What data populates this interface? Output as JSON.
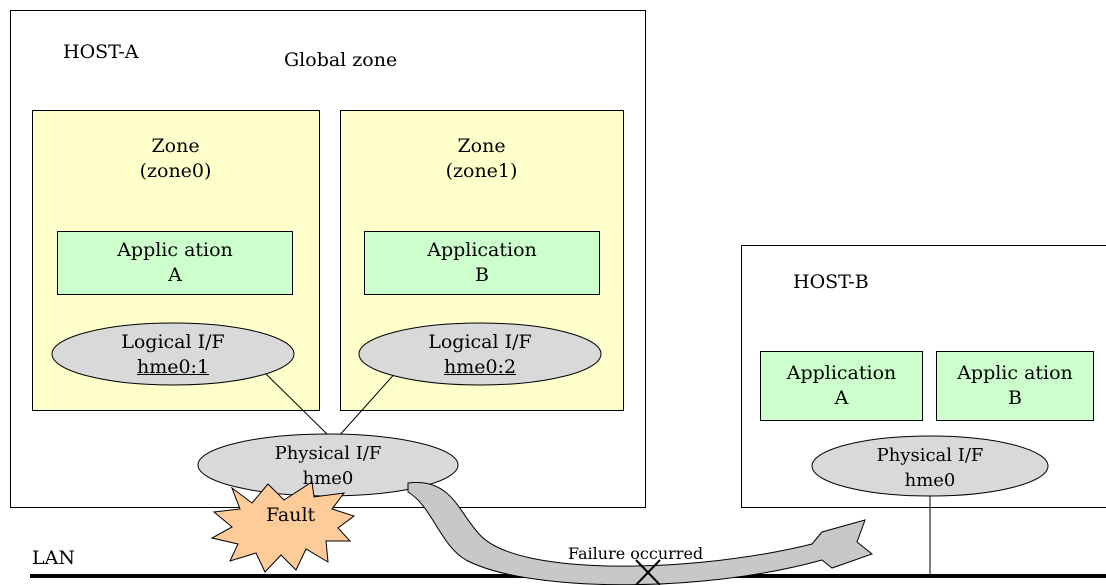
{
  "host_a": {
    "title": "HOST-A",
    "global_zone_label": "Global zone",
    "zones": [
      {
        "title": "Zone",
        "name": "(zone0)",
        "app_line1": "Applic ation",
        "app_line2": "A",
        "if_line1": "Logical I/F",
        "if_line2": "hme0:1"
      },
      {
        "title": "Zone",
        "name": "(zone1)",
        "app_line1": "Application",
        "app_line2": "B",
        "if_line1": "Logical I/F",
        "if_line2": "hme0:2"
      }
    ],
    "physical_if_line1": "Physical I/F",
    "physical_if_line2": "hme0"
  },
  "host_b": {
    "title": "HOST-B",
    "apps": [
      {
        "line1": "Application",
        "line2": "A"
      },
      {
        "line1": "Applic ation",
        "line2": "B"
      }
    ],
    "physical_if_line1": "Physical I/F",
    "physical_if_line2": "hme0"
  },
  "fault_label": "Fault",
  "failure_label": "Failure occurred",
  "lan_label": "LAN",
  "colors": {
    "zone_fill": "#ffffcc",
    "app_fill": "#ccffcc",
    "interface_fill": "#d9d9d9",
    "fault_fill": "#ffcc99",
    "arrow_fill": "#c8c8c8"
  }
}
